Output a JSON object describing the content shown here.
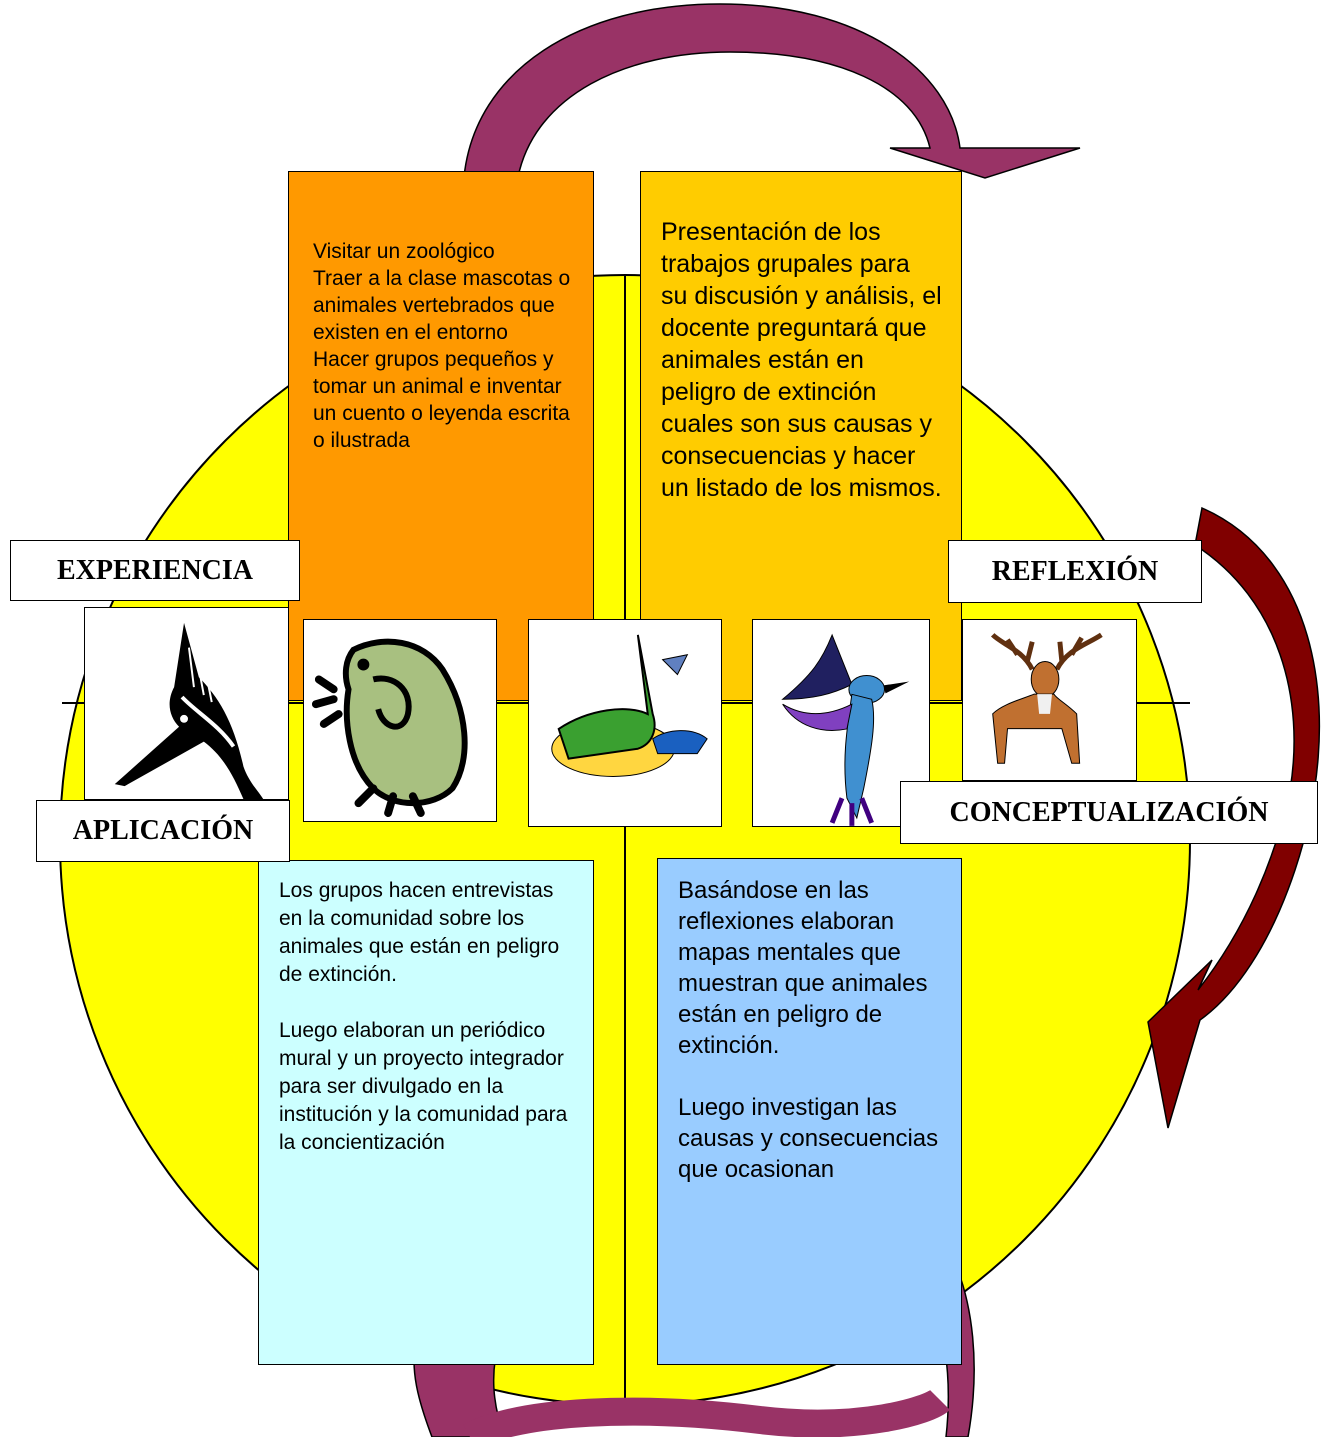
{
  "stages": {
    "experiencia": "EXPERIENCIA",
    "reflexion": "REFLEXIÓN",
    "aplicacion": "APLICACIÓN",
    "conceptualizacion": "CONCEPTUALIZACIÓN"
  },
  "boxes": {
    "experiencia_text": "Visitar un zoológico\nTraer a la clase mascotas o animales vertebrados que existen en el   entorno\nHacer grupos pequeños y tomar un animal e inventar un cuento o leyenda escrita o ilustrada",
    "reflexion_text": "Presentación  de los trabajos grupales para su discusión y análisis, el docente preguntará que animales están en peligro de extinción cuales son sus causas y consecuencias y hacer un listado de los mismos.",
    "aplicacion_p1": "Los grupos hacen entrevistas en la comunidad sobre los animales que están en peligro de extinción.",
    "aplicacion_p2": "Luego elaboran un periódico mural y un proyecto integrador para ser divulgado en la institución y la comunidad para la concientización",
    "conceptualizacion_p1": "Basándose en las reflexiones elaboran mapas mentales que muestran que animales están en peligro de extinción.",
    "conceptualizacion_p2": "Luego investigan las causas y consecuencias que ocasionan"
  },
  "images": [
    "swordfish-icon",
    "frog-icon",
    "crocodile-icon",
    "bird-icon",
    "deer-icon"
  ],
  "colors": {
    "circle": "#ffff00",
    "experiencia_box": "#ff9900",
    "reflexion_box": "#ffcc00",
    "aplicacion_box": "#ccffff",
    "conceptualizacion_box": "#99ccff",
    "arrow_purple": "#993366",
    "arrow_red": "#800000"
  }
}
